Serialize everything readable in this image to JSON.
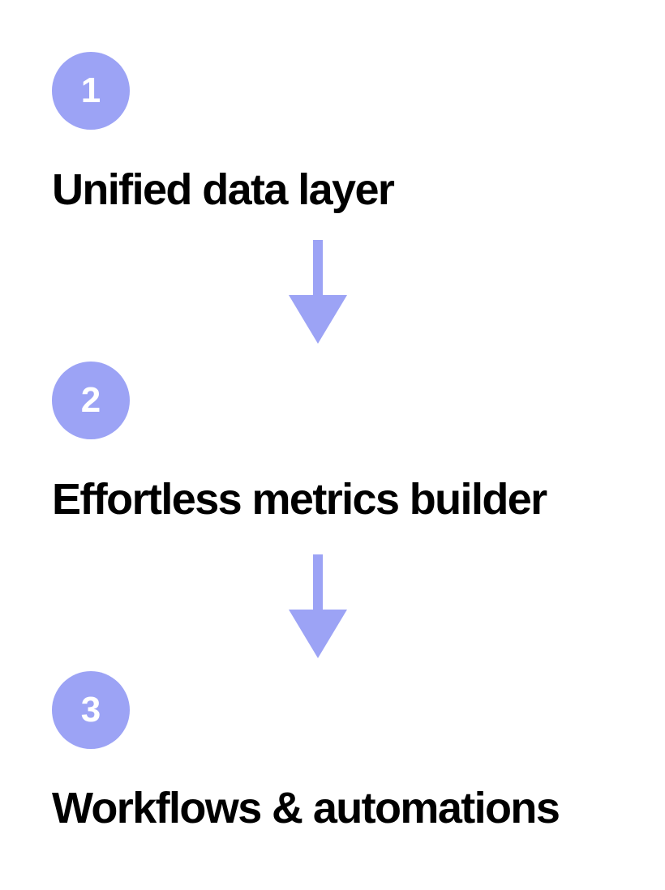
{
  "accent_color": "#9ca3f5",
  "steps": [
    {
      "number": "1",
      "title": "Unified data layer"
    },
    {
      "number": "2",
      "title": "Effortless metrics builder"
    },
    {
      "number": "3",
      "title": "Workflows & automations"
    }
  ],
  "connectors": [
    "arrow-down-icon",
    "arrow-down-icon"
  ]
}
